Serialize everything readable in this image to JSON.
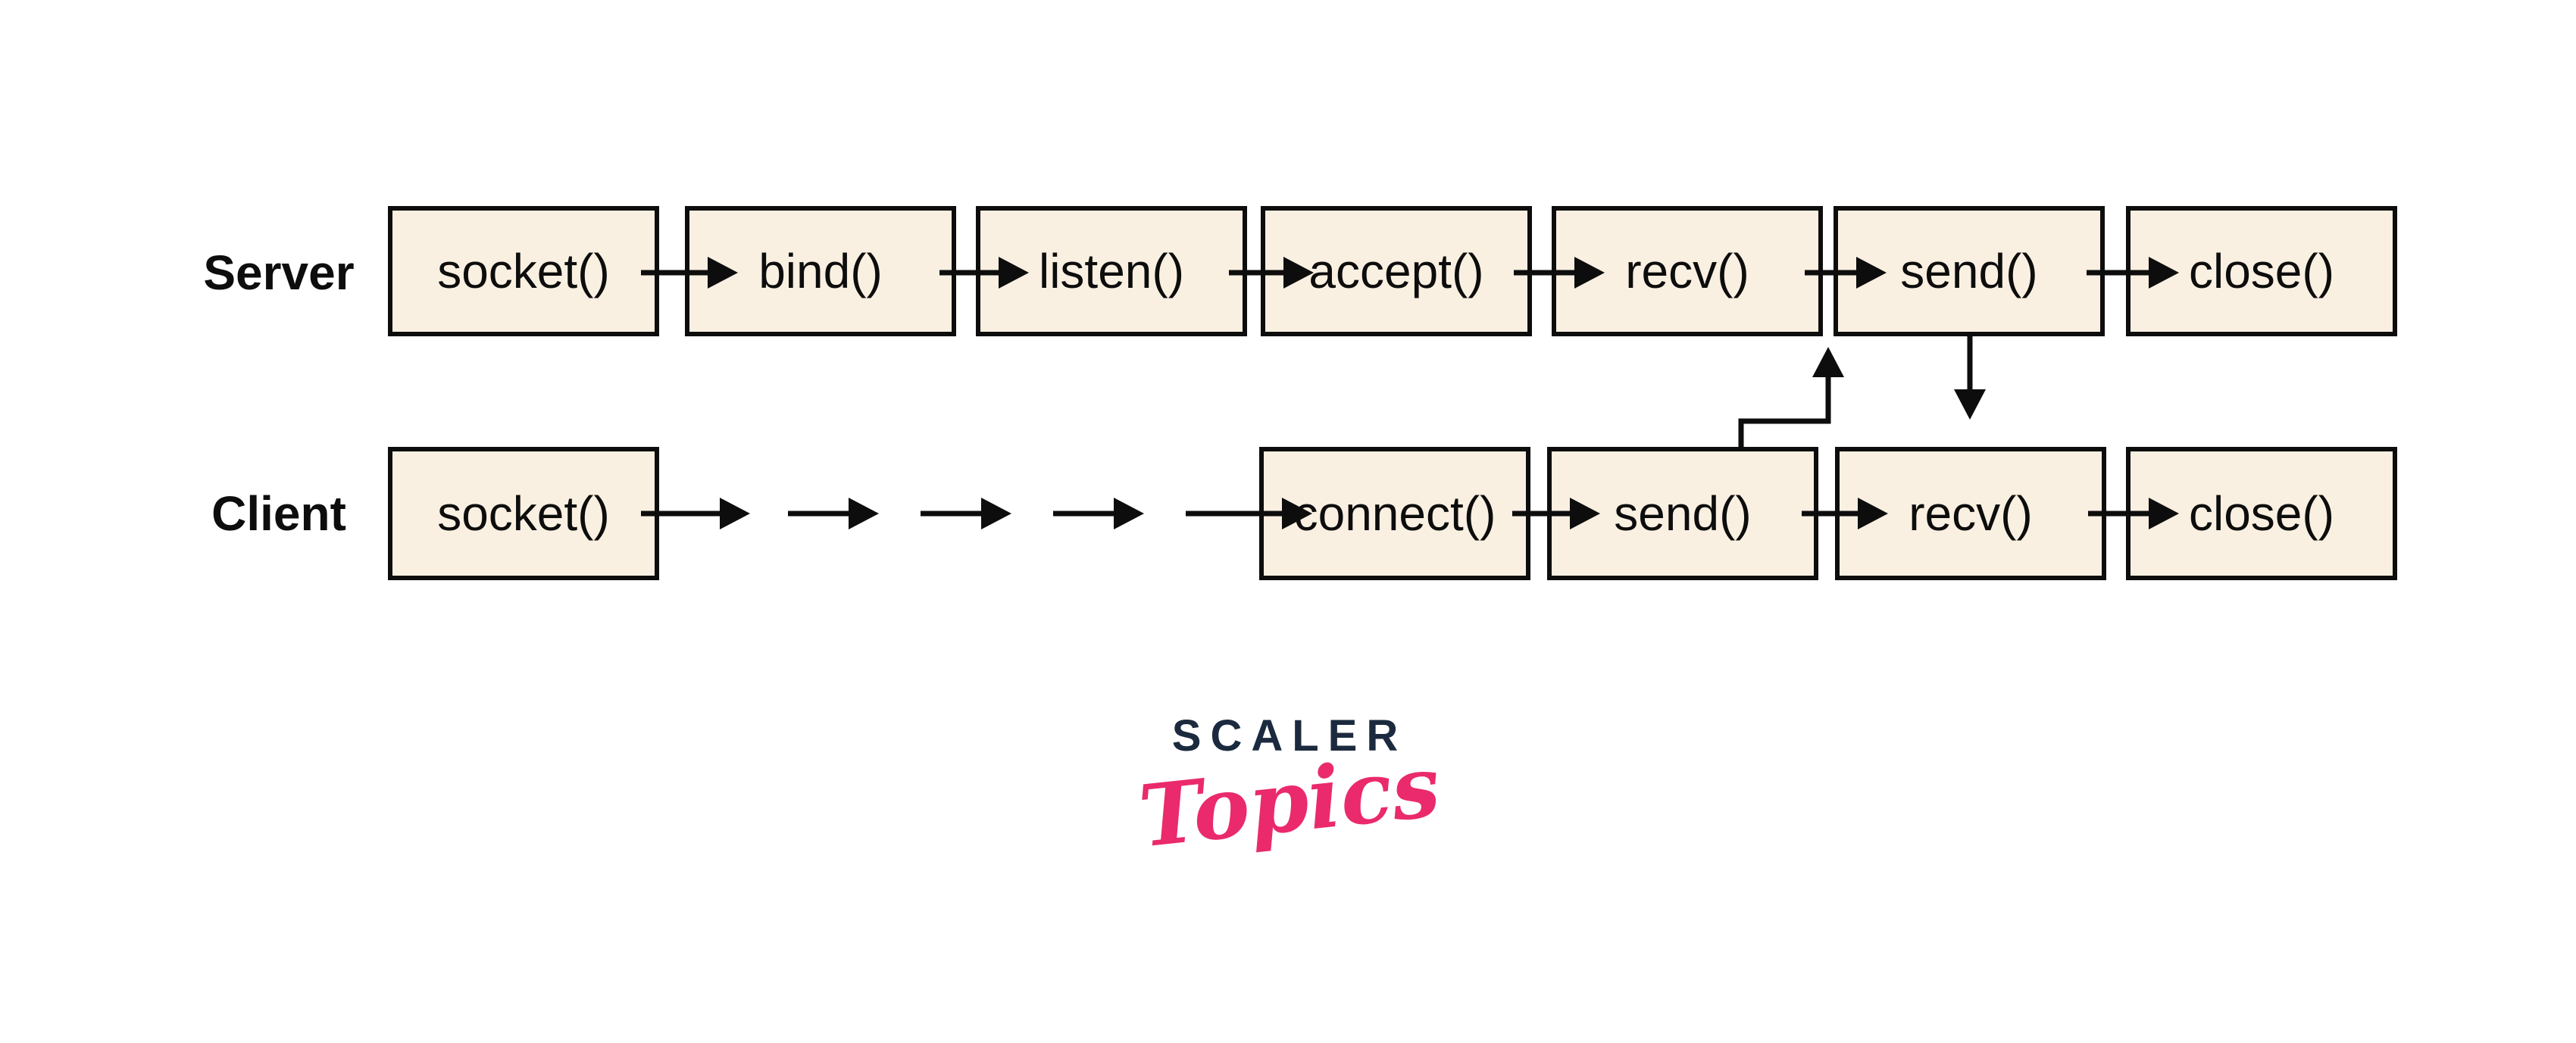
{
  "diagram": {
    "server": {
      "label": "Server",
      "boxes": [
        "socket()",
        "bind()",
        "listen()",
        "accept()",
        "recv()",
        "send()",
        "close()"
      ]
    },
    "client": {
      "label": "Client",
      "boxes": [
        "socket()",
        "connect()",
        "send()",
        "recv()",
        "close()"
      ]
    }
  },
  "logo": {
    "brand": "SCALER",
    "sub": "Topics"
  },
  "colors": {
    "box_fill": "#faf0e1",
    "line": "#0d0d0d",
    "brand_navy": "#1b2a3e",
    "brand_pink": "#ea2a6c"
  }
}
